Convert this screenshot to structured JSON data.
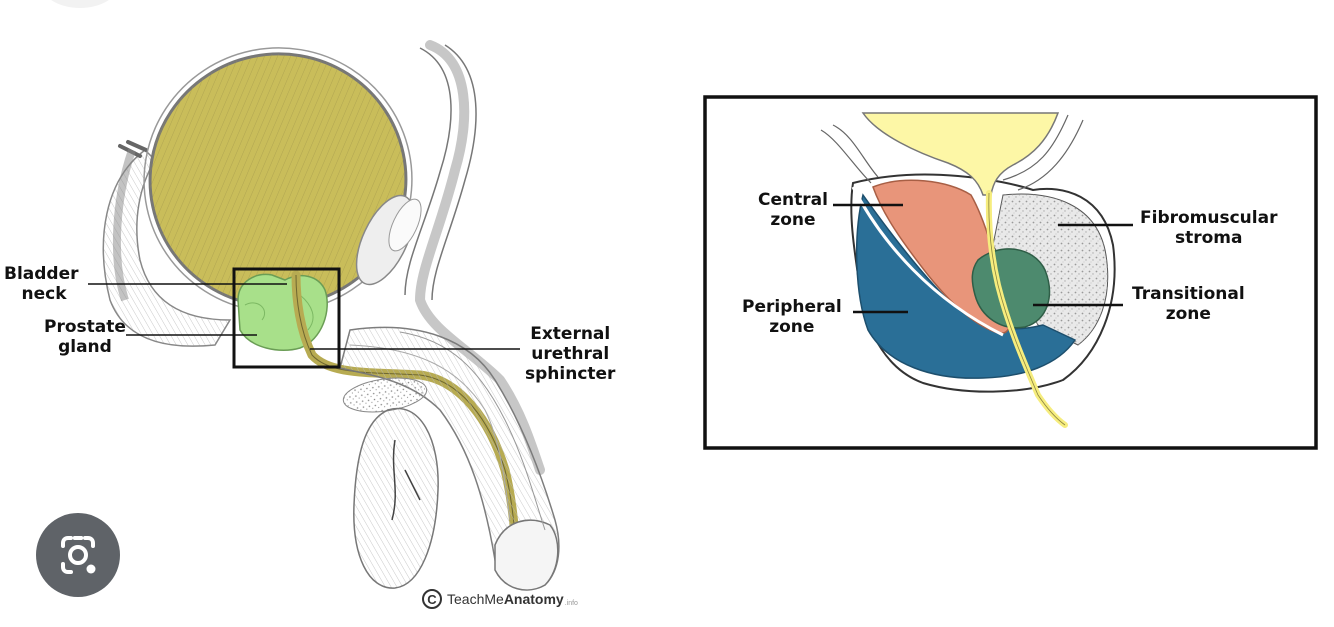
{
  "labels": {
    "bladder_neck": [
      "Bladder",
      "neck"
    ],
    "prostate_gland": [
      "Prostate",
      "gland"
    ],
    "external_urethral_sphincter": [
      "External",
      "urethral",
      "sphincter"
    ],
    "central_zone": [
      "Central",
      "zone"
    ],
    "fibromuscular_stroma": [
      "Fibromuscular",
      "stroma"
    ],
    "peripheral_zone": [
      "Peripheral",
      "zone"
    ],
    "transitional_zone": [
      "Transitional",
      "zone"
    ]
  },
  "credit": {
    "symbol": "C",
    "brand_light": "TeachMe",
    "brand_bold": "Anatomy",
    "suffix": ".info"
  },
  "colors": {
    "bladder": "#c9bd5a",
    "prostate": "#a8e08a",
    "urethra": "#b7ab52",
    "central_zone": "#e8957a",
    "peripheral_zone": "#2a6f97",
    "transitional_zone": "#4d8a6e",
    "stroma": "#e9e9e9",
    "urine": "#fdf7a6"
  },
  "icons": {
    "lens_button": "camera-search-icon"
  }
}
